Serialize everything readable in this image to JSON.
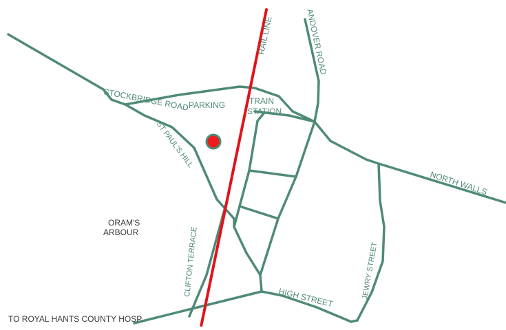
{
  "colors": {
    "road": "#4f8a78",
    "label": "#4f8a78",
    "rail": "#e0141b",
    "marker_fill": "#ee1c1c",
    "marker_stroke": "#4f8a78",
    "place_label": "#3a3a3a"
  },
  "labels": {
    "rail_line": "RAIL LINE",
    "andover_road": "ANDOVER ROAD",
    "stockbridge_road": "STOCKBRIDGE ROAD",
    "parking": "PARKING",
    "train_station_line1": "TRAIN",
    "train_station_line2": "STATION",
    "st_pauls_hill": "ST PAUL'S HILL",
    "north_walls": "NORTH WALLS",
    "orams_arbour_line1": "ORAM'S",
    "orams_arbour_line2": "ARBOUR",
    "clifton_terrace": "CLIFTON TERRACE",
    "jewry_street": "JEWRY STREET",
    "high_street": "HIGH STREET",
    "to_hospital": "TO ROYAL HANTS COUNTY HOSP."
  },
  "marker": {
    "icon": "location-marker-icon"
  }
}
